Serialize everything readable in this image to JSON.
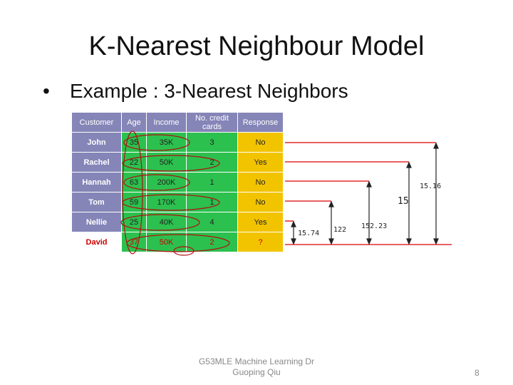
{
  "slide": {
    "title": "K-Nearest Neighbour Model",
    "bullet_symbol": "•",
    "bullet_text": "Example : 3-Nearest Neighbors"
  },
  "table": {
    "headers": [
      "Customer",
      "Age",
      "Income",
      "No. credit cards",
      "Response"
    ],
    "rows": [
      [
        "John",
        "35",
        "35K",
        "3",
        "No"
      ],
      [
        "Rachel",
        "22",
        "50K",
        "2",
        "Yes"
      ],
      [
        "Hannah",
        "63",
        "200K",
        "1",
        "No"
      ],
      [
        "Tom",
        "59",
        "170K",
        "1",
        "No"
      ],
      [
        "Nellie",
        "25",
        "40K",
        "4",
        "Yes"
      ],
      [
        "David",
        "37",
        "50K",
        "2",
        "?"
      ]
    ]
  },
  "distances": {
    "john": "15.16",
    "rachel": "15",
    "hannah": "152.23",
    "tom": "122",
    "nellie": "15.74"
  },
  "footer": {
    "line1": "G53MLE Machine Learning Dr",
    "line2": "Guoping Qiu",
    "page": "8"
  },
  "colors": {
    "header_bg": "#8585b8",
    "numeric_bg": "#2cc04e",
    "response_bg": "#f2c400",
    "query_text": "#cc0000",
    "bracket_line": "#dd0000"
  }
}
